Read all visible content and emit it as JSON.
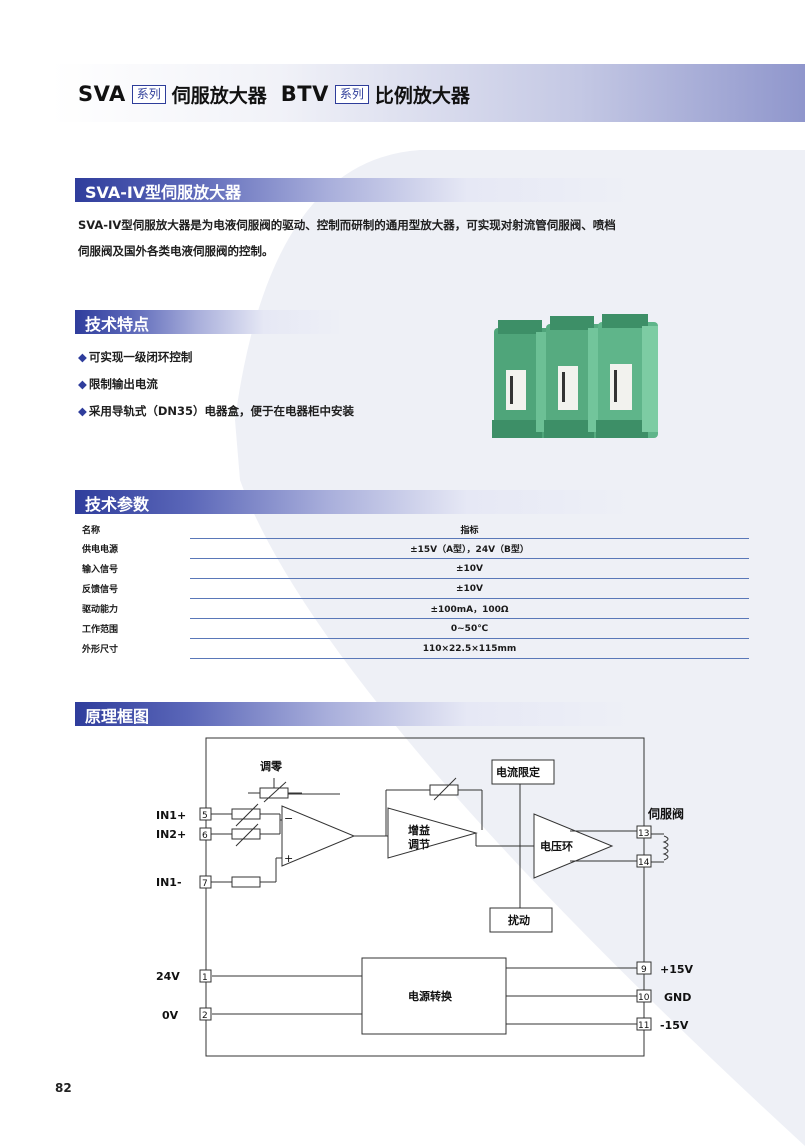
{
  "header": {
    "title_sva": "SVA",
    "series_tag": "系列",
    "title_sva_name": "伺服放大器",
    "title_btv": "BTV",
    "title_btv_name": "比例放大器"
  },
  "sections": {
    "product_title": "SVA-IV型伺服放大器",
    "features_title": "技术特点",
    "params_title": "技术参数",
    "diagram_title": "原理框图"
  },
  "intro": {
    "line1": "SVA-IV型伺服放大器是为电液伺服阀的驱动、控制而研制的通用型放大器，可实现对射流管伺服阀、喷档",
    "line2": "伺服阀及国外各类电液伺服阀的控制。"
  },
  "features": [
    {
      "bullet": "◆",
      "text": "可实现一级闭环控制"
    },
    {
      "bullet": "◆",
      "text": "限制输出电流"
    },
    {
      "bullet": "◆",
      "text": "采用导轨式（DN35）电器盒，便于在电器柜中安装"
    }
  ],
  "params": {
    "headers": [
      "名称",
      "指标"
    ],
    "rows": [
      [
        "供电电源",
        "±15V（A型），24V（B型）"
      ],
      [
        "输入信号",
        "±10V"
      ],
      [
        "反馈信号",
        "±10V"
      ],
      [
        "驱动能力",
        "±100mA，100Ω"
      ],
      [
        "工作范围",
        "0~50℃"
      ],
      [
        "外形尺寸",
        "110×22.5×115mm"
      ]
    ]
  },
  "diagram": {
    "zero_adjust": "调零",
    "current_limit": "电流限定",
    "gain_adjust_1": "增益",
    "gain_adjust_2": "调节",
    "voltage_loop": "电压环",
    "dither": "扰动",
    "servo_valve": "伺服阀",
    "power_convert": "电源转换",
    "in1p": "IN1+",
    "in2p": "IN2+",
    "in1m": "IN1-",
    "v24": "24V",
    "v0": "0V",
    "p15": "+15V",
    "gnd": "GND",
    "m15": "-15V",
    "minus_sign": "−",
    "plus_sign": "+",
    "pins": {
      "p5": "5",
      "p6": "6",
      "p7": "7",
      "p1": "1",
      "p2": "2",
      "p13": "13",
      "p14": "14",
      "p9": "9",
      "p10": "10",
      "p11": "11"
    }
  },
  "page_number": "82",
  "colors": {
    "accent": "#2f3d9c",
    "table_line": "#5a78b8",
    "module_green": "#5fb58a"
  }
}
